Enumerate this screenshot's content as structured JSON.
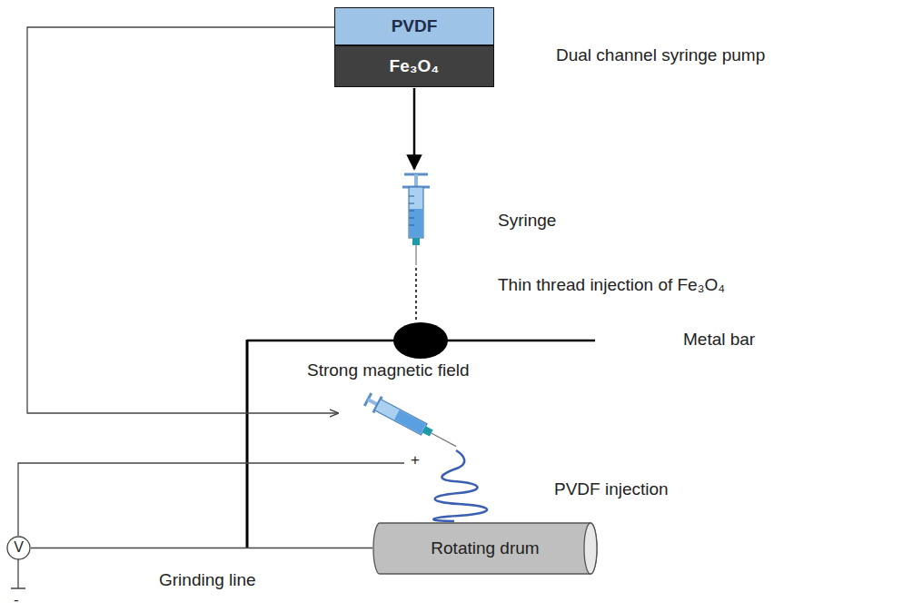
{
  "diagram": {
    "nodes": [
      {
        "text": [
          "PVDF"
        ]
      },
      {
        "text": [
          "Fe₃O₄"
        ]
      },
      {
        "text": [
          "V"
        ]
      },
      {
        "text": [
          "Rotating drum"
        ]
      }
    ],
    "edges": [
      {
        "from": 2,
        "to": 3,
        "arrow": "none"
      }
    ],
    "labels": [
      "Dual channel syringe pump",
      "Syringe",
      "Thin thread injection of Fe₃O₄",
      "Metal bar",
      "Strong magnetic field",
      "PVDF injection",
      "+",
      "-",
      "Grinding line"
    ]
  }
}
